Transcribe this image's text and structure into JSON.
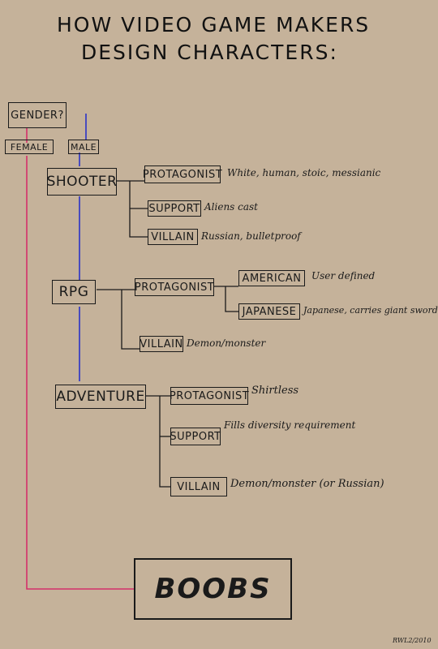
{
  "title": {
    "line1": "HOW VIDEO GAME MAKERS",
    "line2": "DESIGN CHARACTERS:"
  },
  "root": {
    "label": "GENDER?"
  },
  "gender": {
    "female": "FEMALE",
    "male": "MALE"
  },
  "genres": {
    "shooter": {
      "label": "SHOOTER",
      "protagonist": {
        "label": "PROTAGONIST",
        "note": "White, human, stoic, messianic"
      },
      "support": {
        "label": "SUPPORT",
        "note": "Aliens cast"
      },
      "villain": {
        "label": "VILLAIN",
        "note": "Russian, bulletproof"
      }
    },
    "rpg": {
      "label": "RPG",
      "protagonist": {
        "label": "PROTAGONIST"
      },
      "american": {
        "label": "AMERICAN",
        "note": "User defined"
      },
      "japanese": {
        "label": "JAPANESE",
        "note": "Japanese, carries giant sword"
      },
      "villain": {
        "label": "VILLAIN",
        "note": "Demon/monster"
      }
    },
    "adventure": {
      "label": "ADVENTURE",
      "protagonist": {
        "label": "PROTAGONIST",
        "note": "Shirtless"
      },
      "support": {
        "label": "SUPPORT",
        "note": "Fills diversity requirement"
      },
      "villain": {
        "label": "VILLAIN",
        "note": "Demon/monster (or Russian)"
      }
    }
  },
  "result": {
    "label": "BOOBS"
  },
  "signature": "RWL2/2010",
  "colors": {
    "background": "#c5b29a",
    "ink": "#1a1a1a",
    "female_line": "#d4306a",
    "male_line": "#2a32c8"
  }
}
